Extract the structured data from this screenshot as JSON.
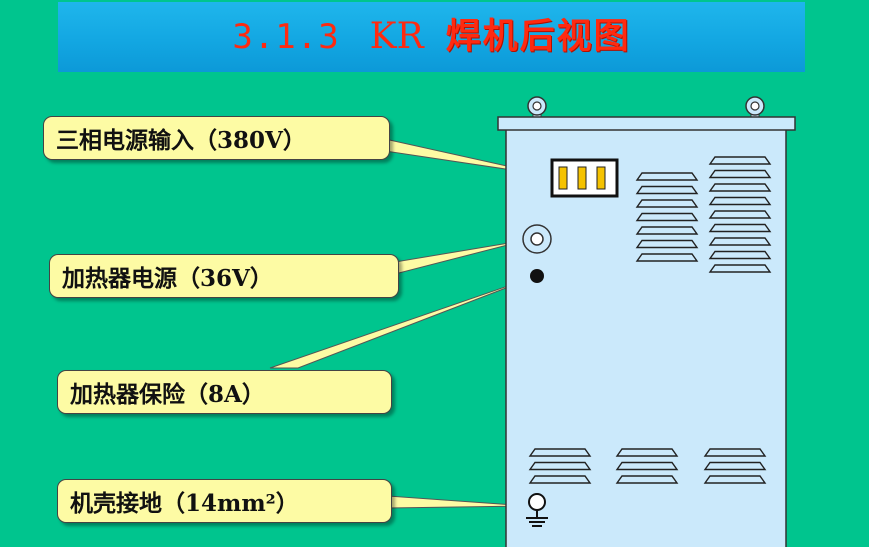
{
  "title": {
    "number": "3.1.3",
    "model": "KR",
    "text": "焊机后视图"
  },
  "labels": {
    "power_input": "三相电源输入（380V）",
    "heater_power": "加热器电源（36V）",
    "heater_fuse": "加热器保险（8A）",
    "ground": "机壳接地（14mm²）"
  },
  "colors": {
    "background": "#00c58e",
    "title_bar": "#13a7e2",
    "title_text": "#ff2a10",
    "label_fill": "#fdfba4",
    "cabinet": "#cbe9fb",
    "terminal_pins": "#f5c200"
  }
}
